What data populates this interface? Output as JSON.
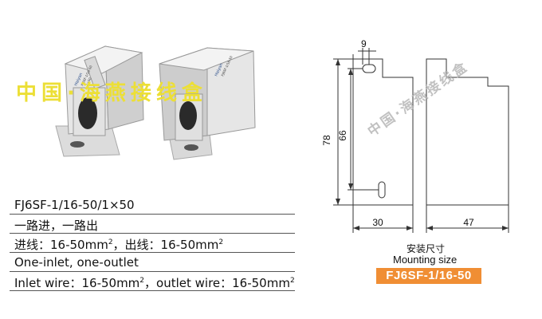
{
  "photo": {
    "watermark": "中国·海燕接线盒",
    "left_device_labels": [
      "Haiyan",
      "FJ6SF-1/16-50",
      "1×50"
    ],
    "right_device_labels": [
      "Haiyan",
      "FJ6SF-1/16-50"
    ]
  },
  "drawing": {
    "dimensions": {
      "slot_width": "9",
      "overall_height": "78",
      "hole_spacing": "66",
      "front_width": "30",
      "side_depth": "47"
    },
    "watermark": "中国·海燕接线盒"
  },
  "specs": {
    "model": "FJ6SF-1/16-50/1×50",
    "routing_cn": "一路进，一路出",
    "wire_cn": {
      "in_label": "进线：16-50mm",
      "sup1": "2",
      "out_label": "，出线：16-50mm",
      "sup2": "2"
    },
    "routing_en": "One-inlet, one-outlet",
    "wire_en": {
      "in_label": "Inlet wire：16-50mm",
      "sup1": "2",
      "out_label": "，outlet wire：16-50mm",
      "sup2": "2"
    }
  },
  "mounting": {
    "title_cn": "安装尺寸",
    "title_en": "Mounting size",
    "model_badge": "FJ6SF-1/16-50",
    "badge_color": "#f08e34"
  }
}
